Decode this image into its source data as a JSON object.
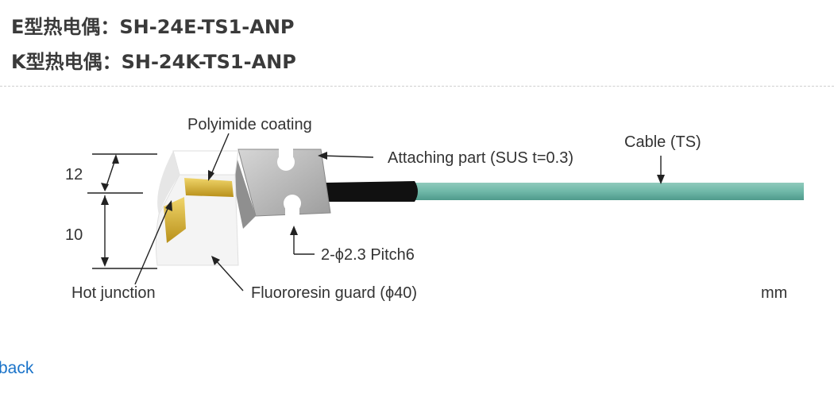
{
  "models": [
    {
      "label": "E型热电偶：SH-24E-TS1-ANP"
    },
    {
      "label": "K型热电偶：SH-24K-TS1-ANP"
    }
  ],
  "diagram": {
    "labels": {
      "polyimide": "Polyimide coating",
      "attaching": "Attaching part (SUS t=0.3)",
      "cable": "Cable (TS)",
      "hole": "2-ϕ2.3 Pitch6",
      "hot_junction": "Hot junction",
      "guard": "Fluororesin guard (ϕ40)",
      "unit": "mm"
    },
    "dimensions": {
      "upper": "12",
      "lower": "10"
    },
    "colors": {
      "guard": "#f4f4f4",
      "polyimide": "#d9b12a",
      "metal": "#b9b9b9",
      "sleeve": "#111111",
      "cable": "#6fb8a8"
    }
  },
  "nav": {
    "back": "back"
  }
}
